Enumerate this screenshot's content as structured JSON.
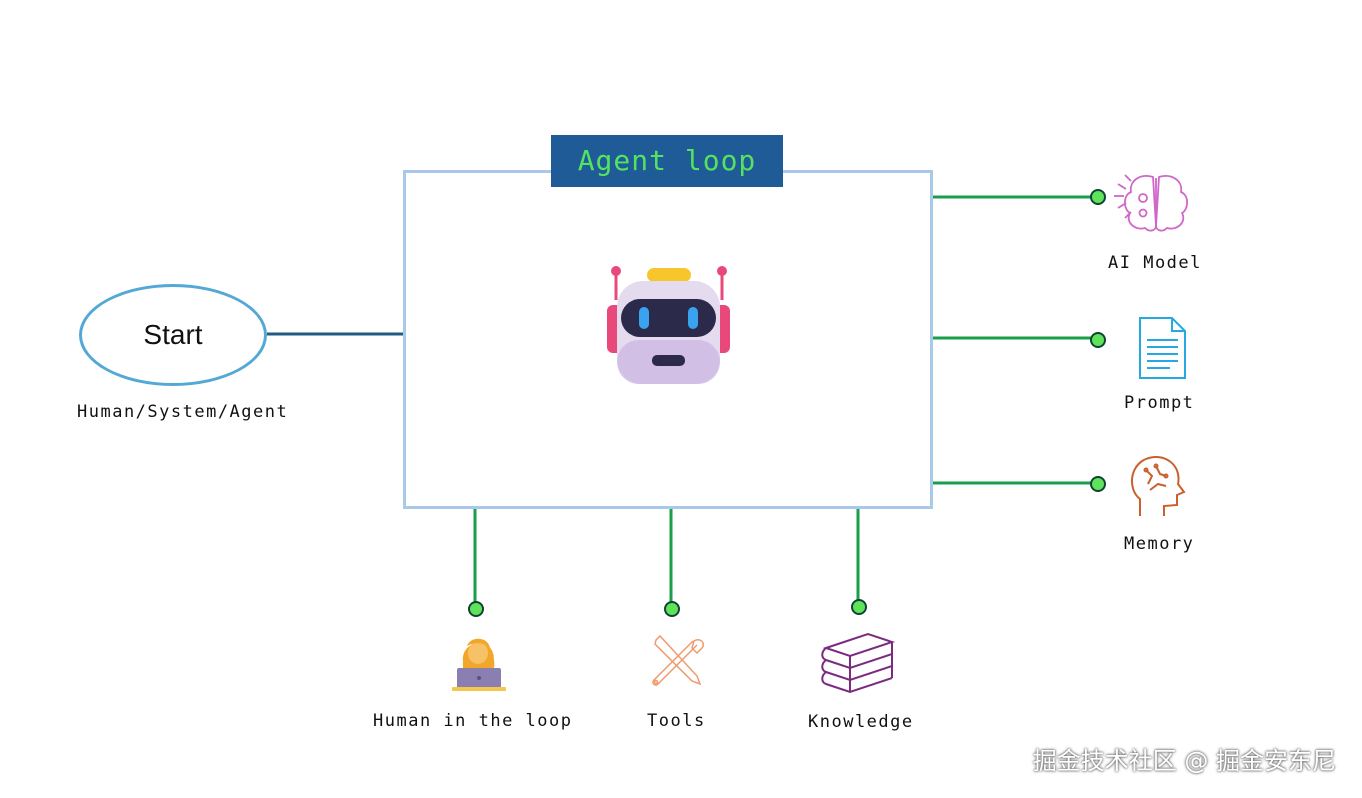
{
  "diagram": {
    "title": "Agent loop",
    "start": {
      "label": "Start",
      "caption": "Human/System/Agent"
    },
    "right_components": [
      {
        "label": "AI Model",
        "icon": "brain-gears-icon"
      },
      {
        "label": "Prompt",
        "icon": "document-icon"
      },
      {
        "label": "Memory",
        "icon": "head-circuit-icon"
      }
    ],
    "bottom_components": [
      {
        "label": "Human in the loop",
        "icon": "person-laptop-icon"
      },
      {
        "label": "Tools",
        "icon": "wrench-screwdriver-icon"
      },
      {
        "label": "Knowledge",
        "icon": "book-stack-icon"
      }
    ],
    "center_icon": "robot-icon"
  },
  "colors": {
    "title_bg": "#1f5b96",
    "title_text": "#53e262",
    "box_border": "#a9c9e8",
    "connector": "#1a9e4a",
    "node_fill": "#5fe35a",
    "start_border": "#54a8d6"
  },
  "watermark": "掘金技术社区 @ 掘金安东尼"
}
